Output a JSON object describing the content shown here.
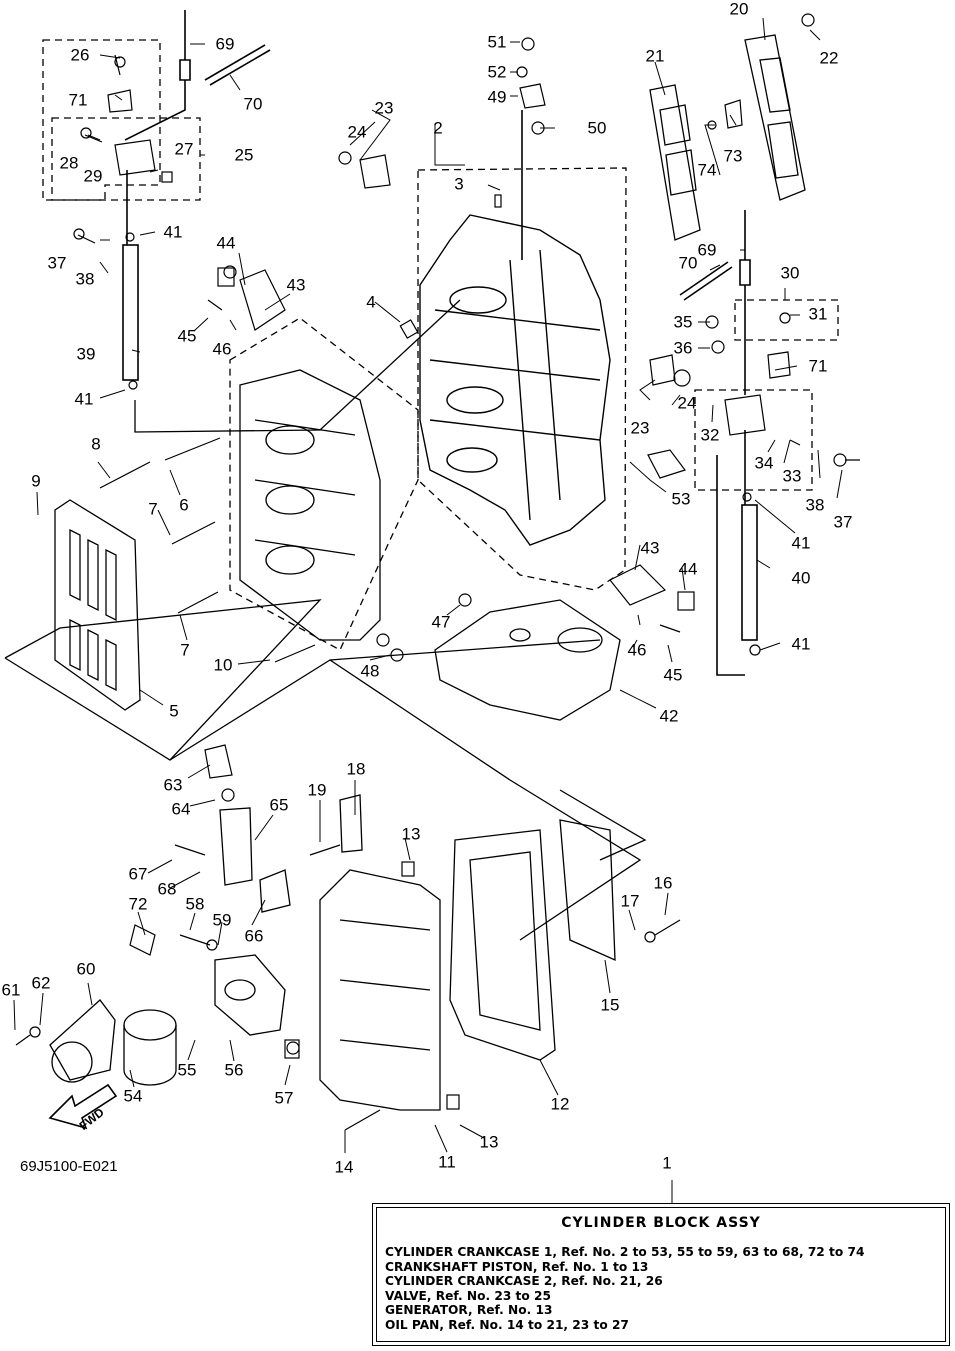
{
  "drawing_code": "69J5100-E021",
  "fwd_label": "FWD",
  "legend": {
    "ref": "1",
    "title": "CYLINDER  BLOCK  ASSY",
    "lines": [
      "CYLINDER CRANKCASE 1,  Ref. No. 2 to 53, 55 to 59, 63 to 68, 72 to 74",
      "CRANKSHAFT PISTON,   Ref. No. 1 to 13",
      "CYLINDER CRANKCASE 2, Ref. No. 21, 26",
      "VALVE,  Ref. No. 23 to 25",
      "GENERATOR,  Ref. No. 13",
      "OIL PAN,  Ref. No. 14 to 21, 23 to 27"
    ]
  },
  "callouts": [
    "26",
    "69",
    "71",
    "70",
    "28",
    "29",
    "27",
    "25",
    "37",
    "38",
    "41",
    "39",
    "41",
    "2",
    "3",
    "23",
    "24",
    "51",
    "52",
    "49",
    "50",
    "21",
    "20",
    "22",
    "74",
    "73",
    "69",
    "70",
    "30",
    "31",
    "35",
    "36",
    "71",
    "24",
    "23",
    "32",
    "34",
    "33",
    "38",
    "37",
    "41",
    "40",
    "41",
    "44",
    "43",
    "45",
    "46",
    "4",
    "8",
    "9",
    "6",
    "7",
    "7",
    "10",
    "5",
    "48",
    "47",
    "43",
    "44",
    "46",
    "45",
    "42",
    "53",
    "63",
    "64",
    "65",
    "18",
    "19",
    "13",
    "67",
    "68",
    "66",
    "72",
    "58",
    "59",
    "16",
    "17",
    "15",
    "61",
    "62",
    "60",
    "54",
    "55",
    "56",
    "57",
    "12",
    "14",
    "11",
    "13"
  ],
  "colors": {
    "ink": "#000000",
    "paper": "#ffffff"
  }
}
